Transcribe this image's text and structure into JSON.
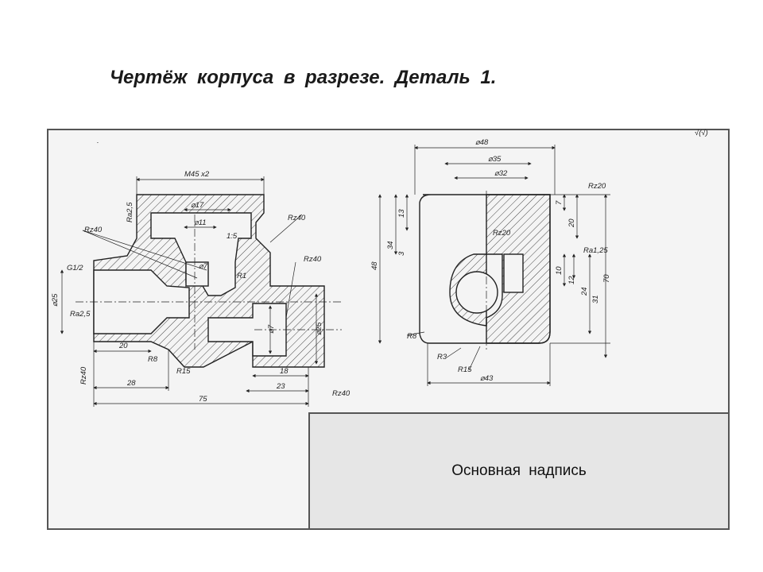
{
  "title": "Чертёж корпуса в разрезе. Деталь 1.",
  "title_block_label": "Основная надпись",
  "corner_mark": "√(√)",
  "left_view": {
    "thread_top": "M45 x2",
    "d17": "⌀17",
    "d11": "⌀11",
    "d7_upper": "⌀7",
    "taper": "1:5",
    "r1": "R1",
    "thread_left": "G1/2",
    "d25_left": "⌀25",
    "ra25_top": "Ra2,5",
    "ra25_left": "Ra2,5",
    "rz40_left1": "Rz40",
    "rz40_right1": "Rz40",
    "rz40_right2": "Rz40",
    "rz40_side": "Rz40",
    "rz40_bottom": "Rz40",
    "dim20": "20",
    "r8": "R8",
    "r15": "R15",
    "d7_right": "⌀7",
    "d25_right": "⌀25",
    "dim18": "18",
    "dim23": "23",
    "dim28": "28",
    "dim75": "75"
  },
  "right_view": {
    "d48": "⌀48",
    "d35": "⌀35",
    "d32": "⌀32",
    "rz20_top": "Rz20",
    "rz20_mid": "Rz20",
    "ra125": "Ra1,25",
    "dim13": "13",
    "dim34": "34",
    "dim3": "3",
    "dim48": "48",
    "dim7": "7",
    "dim20": "20",
    "dim12": "12",
    "dim10": "10",
    "dim24": "24",
    "dim31": "31",
    "dim70": "70",
    "r8": "R8",
    "r3": "R3",
    "r15": "R15",
    "d43": "⌀43"
  }
}
